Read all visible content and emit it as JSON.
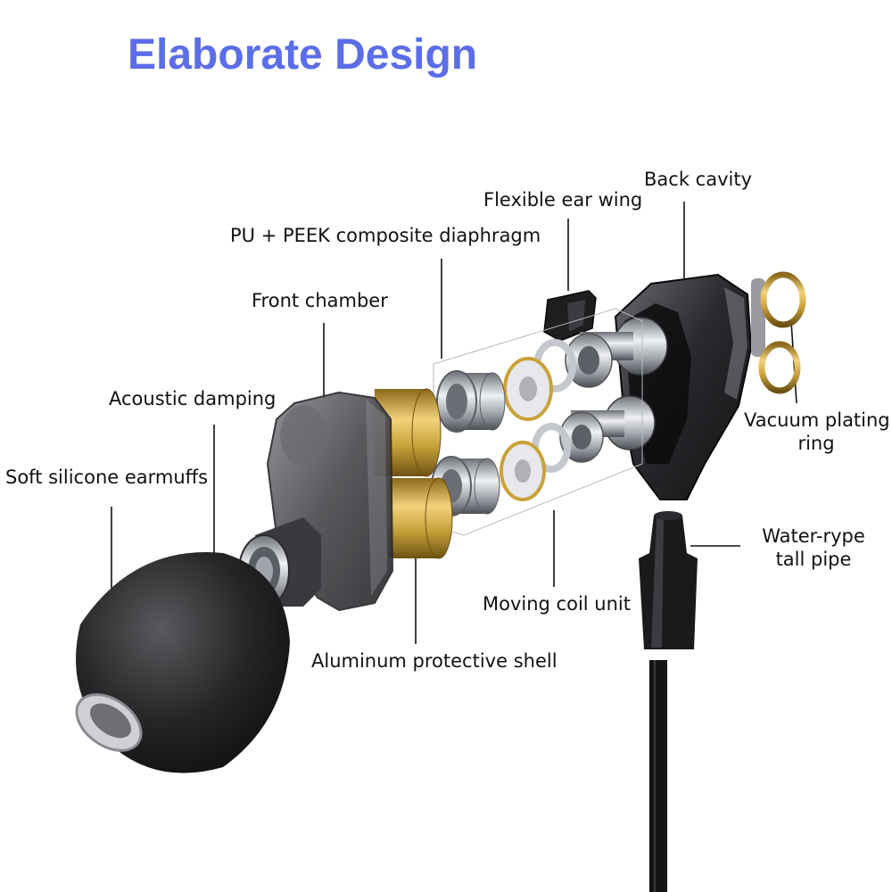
{
  "title": "Elaborate Design",
  "colors": {
    "title": "#5b6de8",
    "shell_black": "#1c1c1e",
    "gold": "#c9a23a",
    "chrome": "#b8bcc2",
    "smoke": "#4a4a4e"
  },
  "labels": {
    "back_cavity": "Back cavity",
    "flexible_ear_wing": "Flexible ear wing",
    "diaphragm": "PU + PEEK composite diaphragm",
    "front_chamber": "Front chamber",
    "acoustic_damping": "Acoustic damping",
    "earmuffs": "Soft silicone earmuffs",
    "vacuum_ring_line1": "Vacuum plating",
    "vacuum_ring_line2": "ring",
    "pipe_line1": "Water-rype",
    "pipe_line2": "tall pipe",
    "moving_coil": "Moving coil unit",
    "aluminum_shell": "Aluminum protective shell"
  }
}
